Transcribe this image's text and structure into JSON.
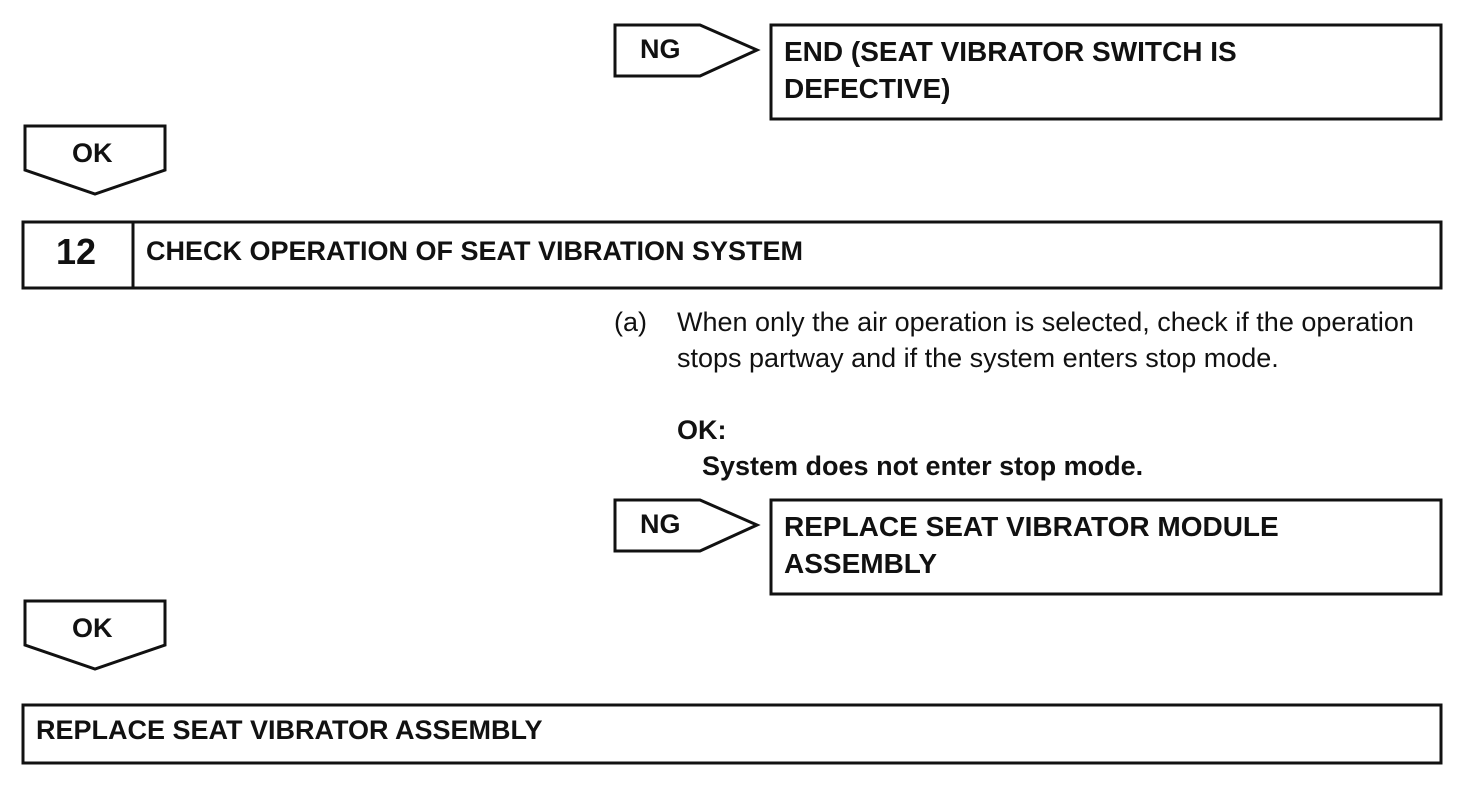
{
  "branch_top": {
    "ng_label": "NG",
    "result_text": "END (SEAT VIBRATOR SWITCH IS DEFECTIVE)"
  },
  "ok_arrow_1": {
    "label": "OK"
  },
  "step": {
    "number": "12",
    "title": "CHECK OPERATION OF SEAT VIBRATION SYSTEM"
  },
  "procedure": {
    "item_label": "(a)",
    "instruction": "When only the air operation is selected, check if the operation stops partway and if the system enters stop mode.",
    "ok_heading": "OK:",
    "ok_condition": "System does not enter stop mode."
  },
  "branch_bottom": {
    "ng_label": "NG",
    "result_text": "REPLACE SEAT VIBRATOR MODULE ASSEMBLY"
  },
  "ok_arrow_2": {
    "label": "OK"
  },
  "final_action": {
    "text": "REPLACE SEAT VIBRATOR ASSEMBLY"
  },
  "colors": {
    "line": "#111111",
    "background": "#ffffff"
  }
}
